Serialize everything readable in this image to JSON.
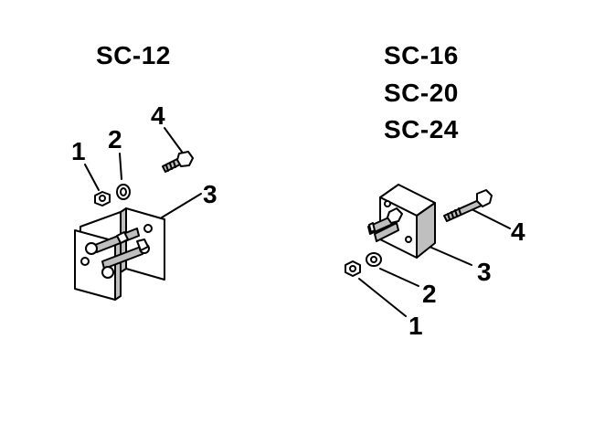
{
  "left_assembly": {
    "title": "SC-12",
    "callouts": {
      "c1": "1",
      "c2": "2",
      "c3": "3",
      "c4": "4"
    }
  },
  "right_assembly": {
    "titles": [
      "SC-16",
      "SC-20",
      "SC-24"
    ],
    "callouts": {
      "c1": "1",
      "c2": "2",
      "c3": "3",
      "c4": "4"
    }
  },
  "colors": {
    "ink": "#000000",
    "paper": "#ffffff",
    "shade": "#bfbfbf"
  }
}
